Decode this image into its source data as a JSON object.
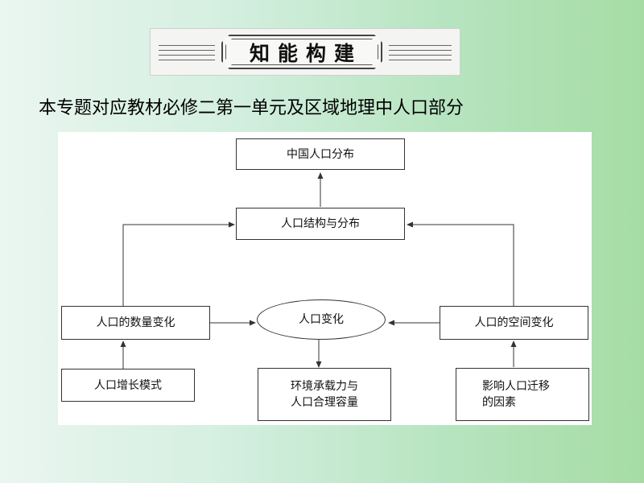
{
  "banner": {
    "title": "知能构建"
  },
  "subtitle": "本专题对应教材必修二第一单元及区域地理中人口部分",
  "diagram": {
    "nodes": {
      "china_distribution": "中国人口分布",
      "structure_distribution": "人口结构与分布",
      "quantity_change": "人口的数量变化",
      "population_change": "人口变化",
      "spatial_change": "人口的空间变化",
      "growth_model": "人口增长模式",
      "capacity_line1": "环境承载力与",
      "capacity_line2": "人口合理容量",
      "migration_line1": "影响人口迁移",
      "migration_line2": "的因素"
    }
  }
}
